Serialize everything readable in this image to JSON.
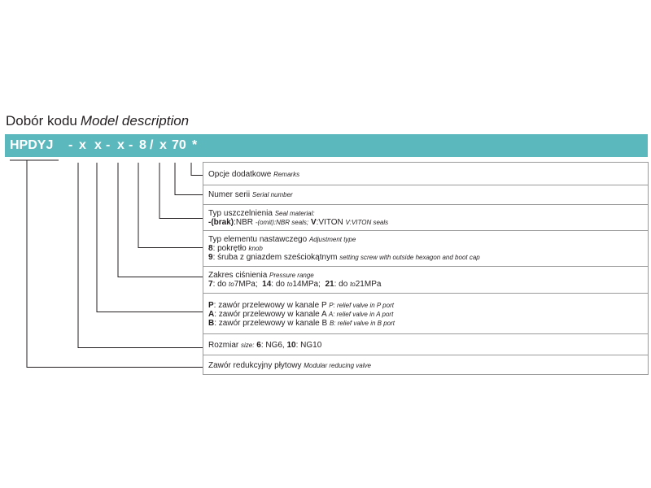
{
  "title": {
    "pl": "Dobór kodu",
    "en": "Model description"
  },
  "code": {
    "segments": [
      "HPDYJ",
      "-",
      "x",
      "x",
      "-",
      "x",
      "-",
      "8",
      "/",
      "x",
      "70",
      "*"
    ]
  },
  "rows": [
    {
      "pl": "Opcje dodatkowe",
      "en": "Remarks"
    },
    {
      "pl": "Numer serii",
      "en": "Serial number"
    },
    {
      "pl": "Typ uszczelnienia",
      "en": "Seal material:",
      "l2": {
        "k1": "-(brak)",
        "t1": ":NBR",
        "i1": "-(omit):NBR seals;",
        "k2": "V",
        "t2": ":VITON",
        "i2": "V:VITON seals"
      }
    },
    {
      "pl": "Typ elementu nastawczego",
      "en": "Adjustment type",
      "l2": {
        "k": "8",
        "t": ": pokrętło",
        "i": "knob"
      },
      "l3": {
        "k": "9",
        "t": ": śruba z gniazdem sześciokątnym",
        "i": "setting screw with outside hexagon and boot cap"
      }
    },
    {
      "pl": "Zakres ciśnienia",
      "en": "Pressure range",
      "l2": {
        "k1": "7",
        "t1": ":  do",
        "i1": "to",
        "v1": "7MPa;",
        "k2": "14",
        "t2": ": do",
        "i2": "to",
        "v2": "14MPa;",
        "k3": "21",
        "t3": ": do",
        "i3": "to",
        "v3": "21MPa"
      }
    },
    {
      "lines": [
        {
          "k": "P",
          "t": ": zawór przelewowy w kanale P",
          "i": "P: relief valve in P port"
        },
        {
          "k": "A",
          "t": ": zawór przelewowy w kanale A",
          "i": "A: relief valve in A port"
        },
        {
          "k": "B",
          "t": ": zawór przelewowy w kanale B",
          "i": "B: relief valve in B port"
        }
      ]
    },
    {
      "pl": "Rozmiar",
      "en": "size:",
      "k1": "6",
      "t1": ": NG6,",
      "k2": "10",
      "t2": ": NG10"
    },
    {
      "pl": "Zawór redukcyjny płytowy",
      "en": "Modular reducing valve"
    }
  ]
}
